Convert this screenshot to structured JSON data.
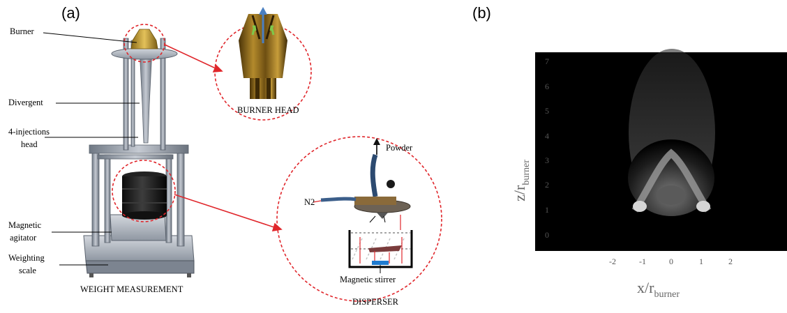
{
  "panels": {
    "a": "(a)",
    "b": "(b)"
  },
  "labels": {
    "burner": "Burner",
    "divergent": "Divergent",
    "injections_1": "4-injections",
    "injections_2": "head",
    "agitator_1": "Magnetic",
    "agitator_2": "agitator",
    "scale_1": "Weighting",
    "scale_2": "scale",
    "powder": "Powder",
    "n2": "N2",
    "stirrer": "Magnetic stirrer"
  },
  "captions": {
    "weight": "WEIGHT MEASUREMENT",
    "burner_head": "BURNER HEAD",
    "disperser": "DISPERSER"
  },
  "plot": {
    "x_ticks": [
      "-2",
      "-1",
      "0",
      "1",
      "2"
    ],
    "y_ticks": [
      "0",
      "1",
      "2",
      "3",
      "4",
      "5",
      "6",
      "7"
    ],
    "xlabel_main": "x/r",
    "xlabel_sub": "burner",
    "ylabel_main": "z/r",
    "ylabel_sub": "burner"
  },
  "colors": {
    "callout": "#e0262b",
    "flow_arrow": "#4a7fc1",
    "swirl_arrow": "#7ec84a",
    "stirrer": "#1f7bd0"
  }
}
